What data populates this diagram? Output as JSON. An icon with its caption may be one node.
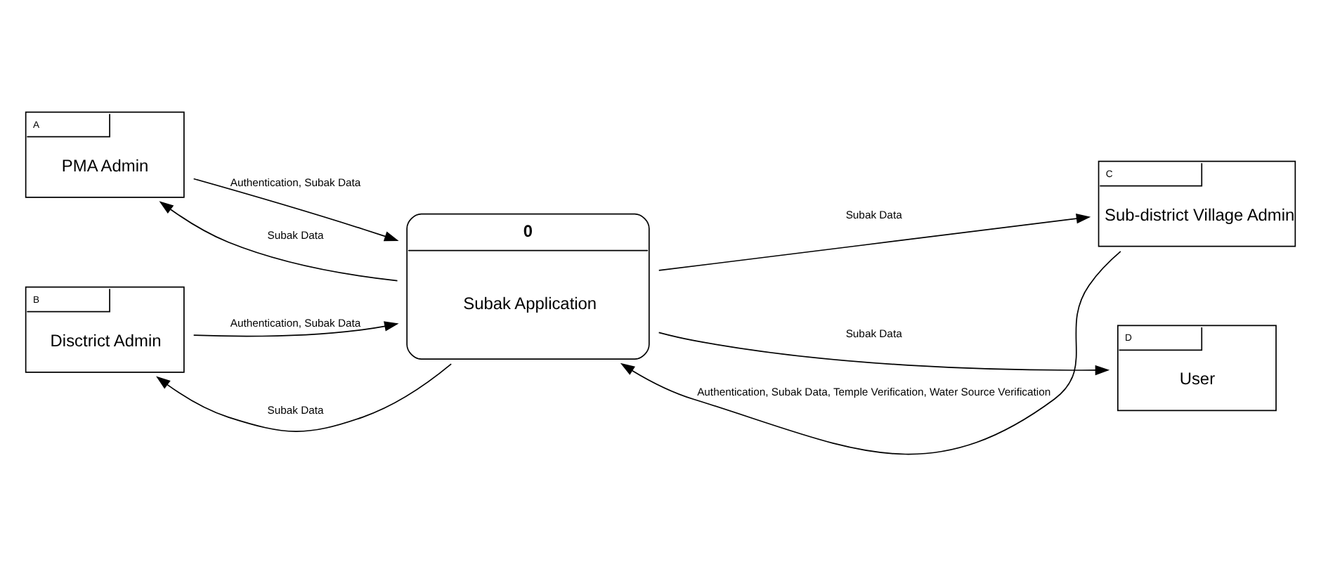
{
  "diagram": {
    "nodes": [
      {
        "text": [
          "A",
          "PMA Admin"
        ]
      },
      {
        "text": [
          "0",
          "Subak Application"
        ]
      },
      {
        "text": [
          "C",
          "Sub-district Village Admin"
        ]
      },
      {
        "text": [
          "B",
          "Disctrict Admin"
        ]
      },
      {
        "text": [
          "D",
          "User"
        ]
      }
    ],
    "edges": [
      {
        "from": 1,
        "to": 0,
        "arrow": "to",
        "label": "Subak Data"
      },
      {
        "from": 0,
        "to": 1,
        "arrow": "to",
        "label": "Authentication, Subak Data"
      },
      {
        "from": 1,
        "to": 2,
        "arrow": "to",
        "label": "Subak Data"
      },
      {
        "from": 2,
        "to": 1,
        "arrow": "to",
        "label": "Authentication, Subak Data, Temple Verification, Water Source Verification"
      },
      {
        "from": 1,
        "to": 3,
        "arrow": "to",
        "label": "Subak Data"
      },
      {
        "from": 3,
        "to": 1,
        "arrow": "to",
        "label": "Authentication, Subak Data"
      },
      {
        "from": 1,
        "to": 4,
        "arrow": "to",
        "label": "Subak Data"
      }
    ]
  }
}
